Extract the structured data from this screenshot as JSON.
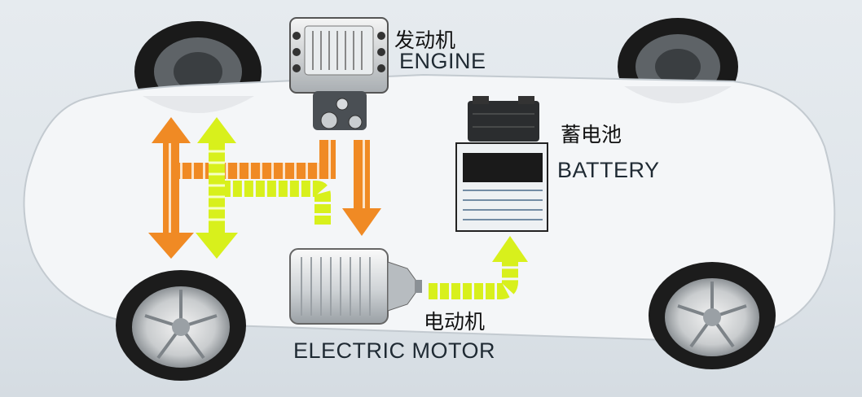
{
  "labels": {
    "engine_cn": "发动机",
    "engine_en": "ENGINE",
    "battery_cn": "蓄电池",
    "battery_en": "BATTERY",
    "motor_cn": "电动机",
    "motor_en": "ELECTRIC MOTOR"
  },
  "colors": {
    "orange_flow": "#f08a24",
    "yellow_flow": "#d8f01c",
    "car_body": "#f4f6f8",
    "tire": "#1c1c1c"
  }
}
